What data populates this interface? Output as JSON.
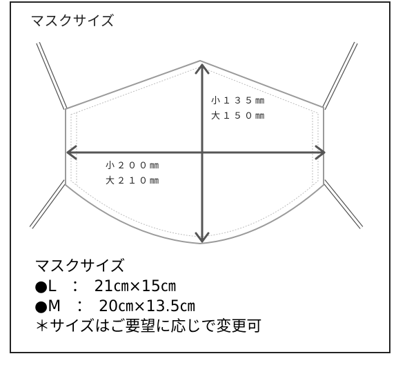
{
  "diagram": {
    "top_title": "マスクサイズ",
    "height_label": {
      "small": "小１３５㎜",
      "large": "大１５０㎜"
    },
    "width_label": {
      "small": "小２００㎜",
      "large": "大２１０㎜"
    }
  },
  "info": {
    "title": "マスクサイズ",
    "size_l": "●L　：　21㎝×15㎝",
    "size_m": "●M　：　20㎝×13.5㎝",
    "note": "＊サイズはご要望に応じで変更可"
  }
}
